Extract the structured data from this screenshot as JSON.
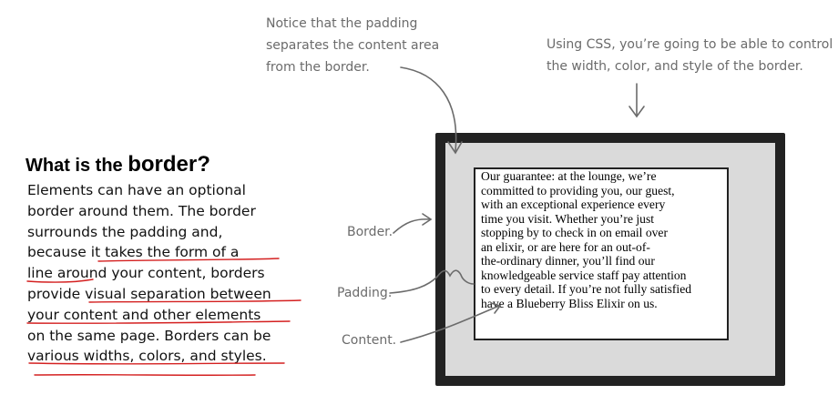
{
  "annotations": {
    "padding_note": "Notice that the padding\nseparates the content area\nfrom the border.",
    "css_note": "Using CSS, you’re going to be able to control\nthe width, color, and style of the border.",
    "border_label": "Border.",
    "padding_label": "Padding.",
    "content_label": "Content."
  },
  "section": {
    "heading_prefix": "What is the ",
    "heading_emphasis": "border?",
    "body": "Elements can have an optional\nborder around them. The border\nsurrounds the padding and,\nbecause it takes the form of a\nline around your content, borders\nprovide visual separation between\nyour content and other elements\non the same page. Borders can be\nvarious widths, colors, and styles."
  },
  "example_box": {
    "content": "Our guarantee: at the lounge, we’re\ncommitted to providing you, our guest,\nwith an exceptional experience every\ntime you visit. Whether you’re just\nstopping by to check in on email over\nan elixir, or are here for an out-of-\nthe-ordinary dinner, you’ll find our\nknowledgeable service staff pay attention\nto every detail. If you’re not fully satisfied\nhave a Blueberry Bliss Elixir on us."
  },
  "colors": {
    "underline": "#d42020",
    "annotation": "#6b6b6b",
    "border": "#222222",
    "padding_fill": "#dadada"
  }
}
